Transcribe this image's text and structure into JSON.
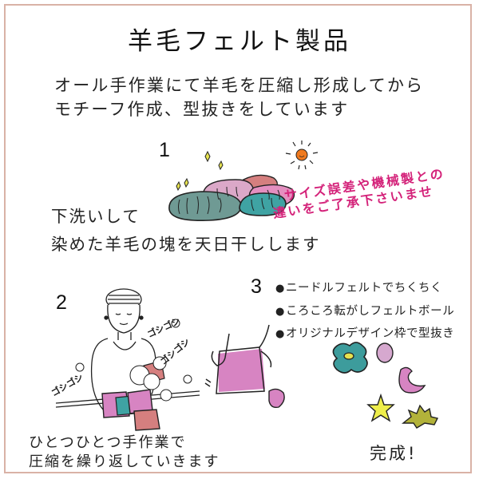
{
  "header": {
    "title": "羊毛フェルト製品"
  },
  "intro": {
    "line1": "オール手作業にて羊毛を圧縮し形成してから",
    "line2": "モチーフ作成、型抜きをしています"
  },
  "notice": {
    "line1": "サイズ誤差や機械製との",
    "line2": "違いをご了承下さいませ",
    "color": "#d4237a"
  },
  "steps": [
    {
      "number": "1",
      "text_line1": "下洗いして",
      "text_line2": "染めた羊毛の塊を天日干しします",
      "illustration": "dyed-wool-drying-in-sun"
    },
    {
      "number": "2",
      "sound_effects": [
        "ゴシゴシ",
        "ゴシゴシ",
        "ゴシゴシ"
      ],
      "caption_line1": "ひとつひとつ手作業で",
      "caption_line2": "圧縮を繰り返していきます",
      "illustration": "woman-rubbing-felt"
    },
    {
      "number": "3",
      "bullets": [
        "ニードルフェルトでちくちく",
        "ころころ転がしフェルトボール",
        "オリジナルデザイン枠で型抜き"
      ],
      "bullet_glyph": "●",
      "completion": "完成!",
      "illustration": "cutting-shapes"
    }
  ],
  "colors": {
    "frame_border": "#d9b2a6",
    "wool_teal_gray": "#6f9a94",
    "wool_teal": "#3fa3a3",
    "wool_pink": "#e48fc0",
    "wool_light_pink": "#dba8c8",
    "wool_salmon": "#d57f7f",
    "sun_orange": "#f07a1e",
    "sparkle_yellow": "#e6e250",
    "flower_teal": "#3d9c9c",
    "star_yellow": "#eeee4a",
    "leaf_olive": "#b2b23a"
  }
}
